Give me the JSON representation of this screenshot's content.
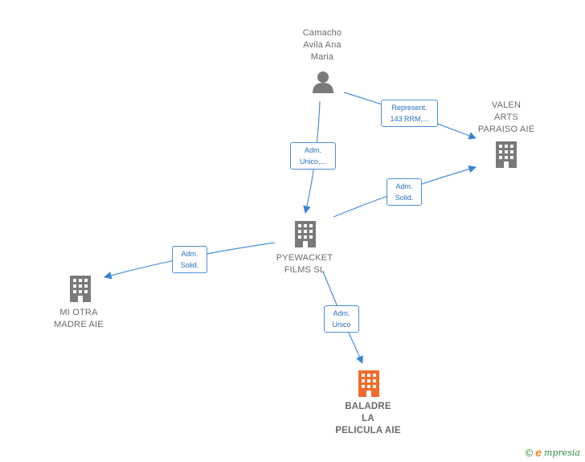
{
  "nodes": {
    "person": {
      "label": "Camacho\nAvila Ana\nMaria",
      "icon": "person-icon"
    },
    "valen": {
      "label": "VALEN\nARTS\nPARAISO AIE",
      "icon": "building-icon"
    },
    "pyewacket": {
      "label": "PYEWACKET\nFILMS  SL",
      "icon": "building-icon"
    },
    "mi_otra": {
      "label": "MI OTRA\nMADRE AIE",
      "icon": "building-icon"
    },
    "baladre": {
      "label": "BALADRE\nLA\nPELICULA AIE",
      "icon": "building-icon"
    }
  },
  "edges": {
    "person_valen": "Represent.\n143 RRM,...",
    "person_pyewacket": "Adm.\nUnico,...",
    "pyewacket_valen": "Adm.\nSolid.",
    "pyewacket_mi_otra": "Adm.\nSolid.",
    "pyewacket_baladre": "Adm.\nUnico"
  },
  "footer": {
    "copyright": "©",
    "brand_initial": "e",
    "brand_rest": "mpresia"
  },
  "colors": {
    "edge": "#4a90d9",
    "building": "#7a7a7a",
    "building_highlight": "#f26b2c",
    "person": "#7a7a7a"
  }
}
